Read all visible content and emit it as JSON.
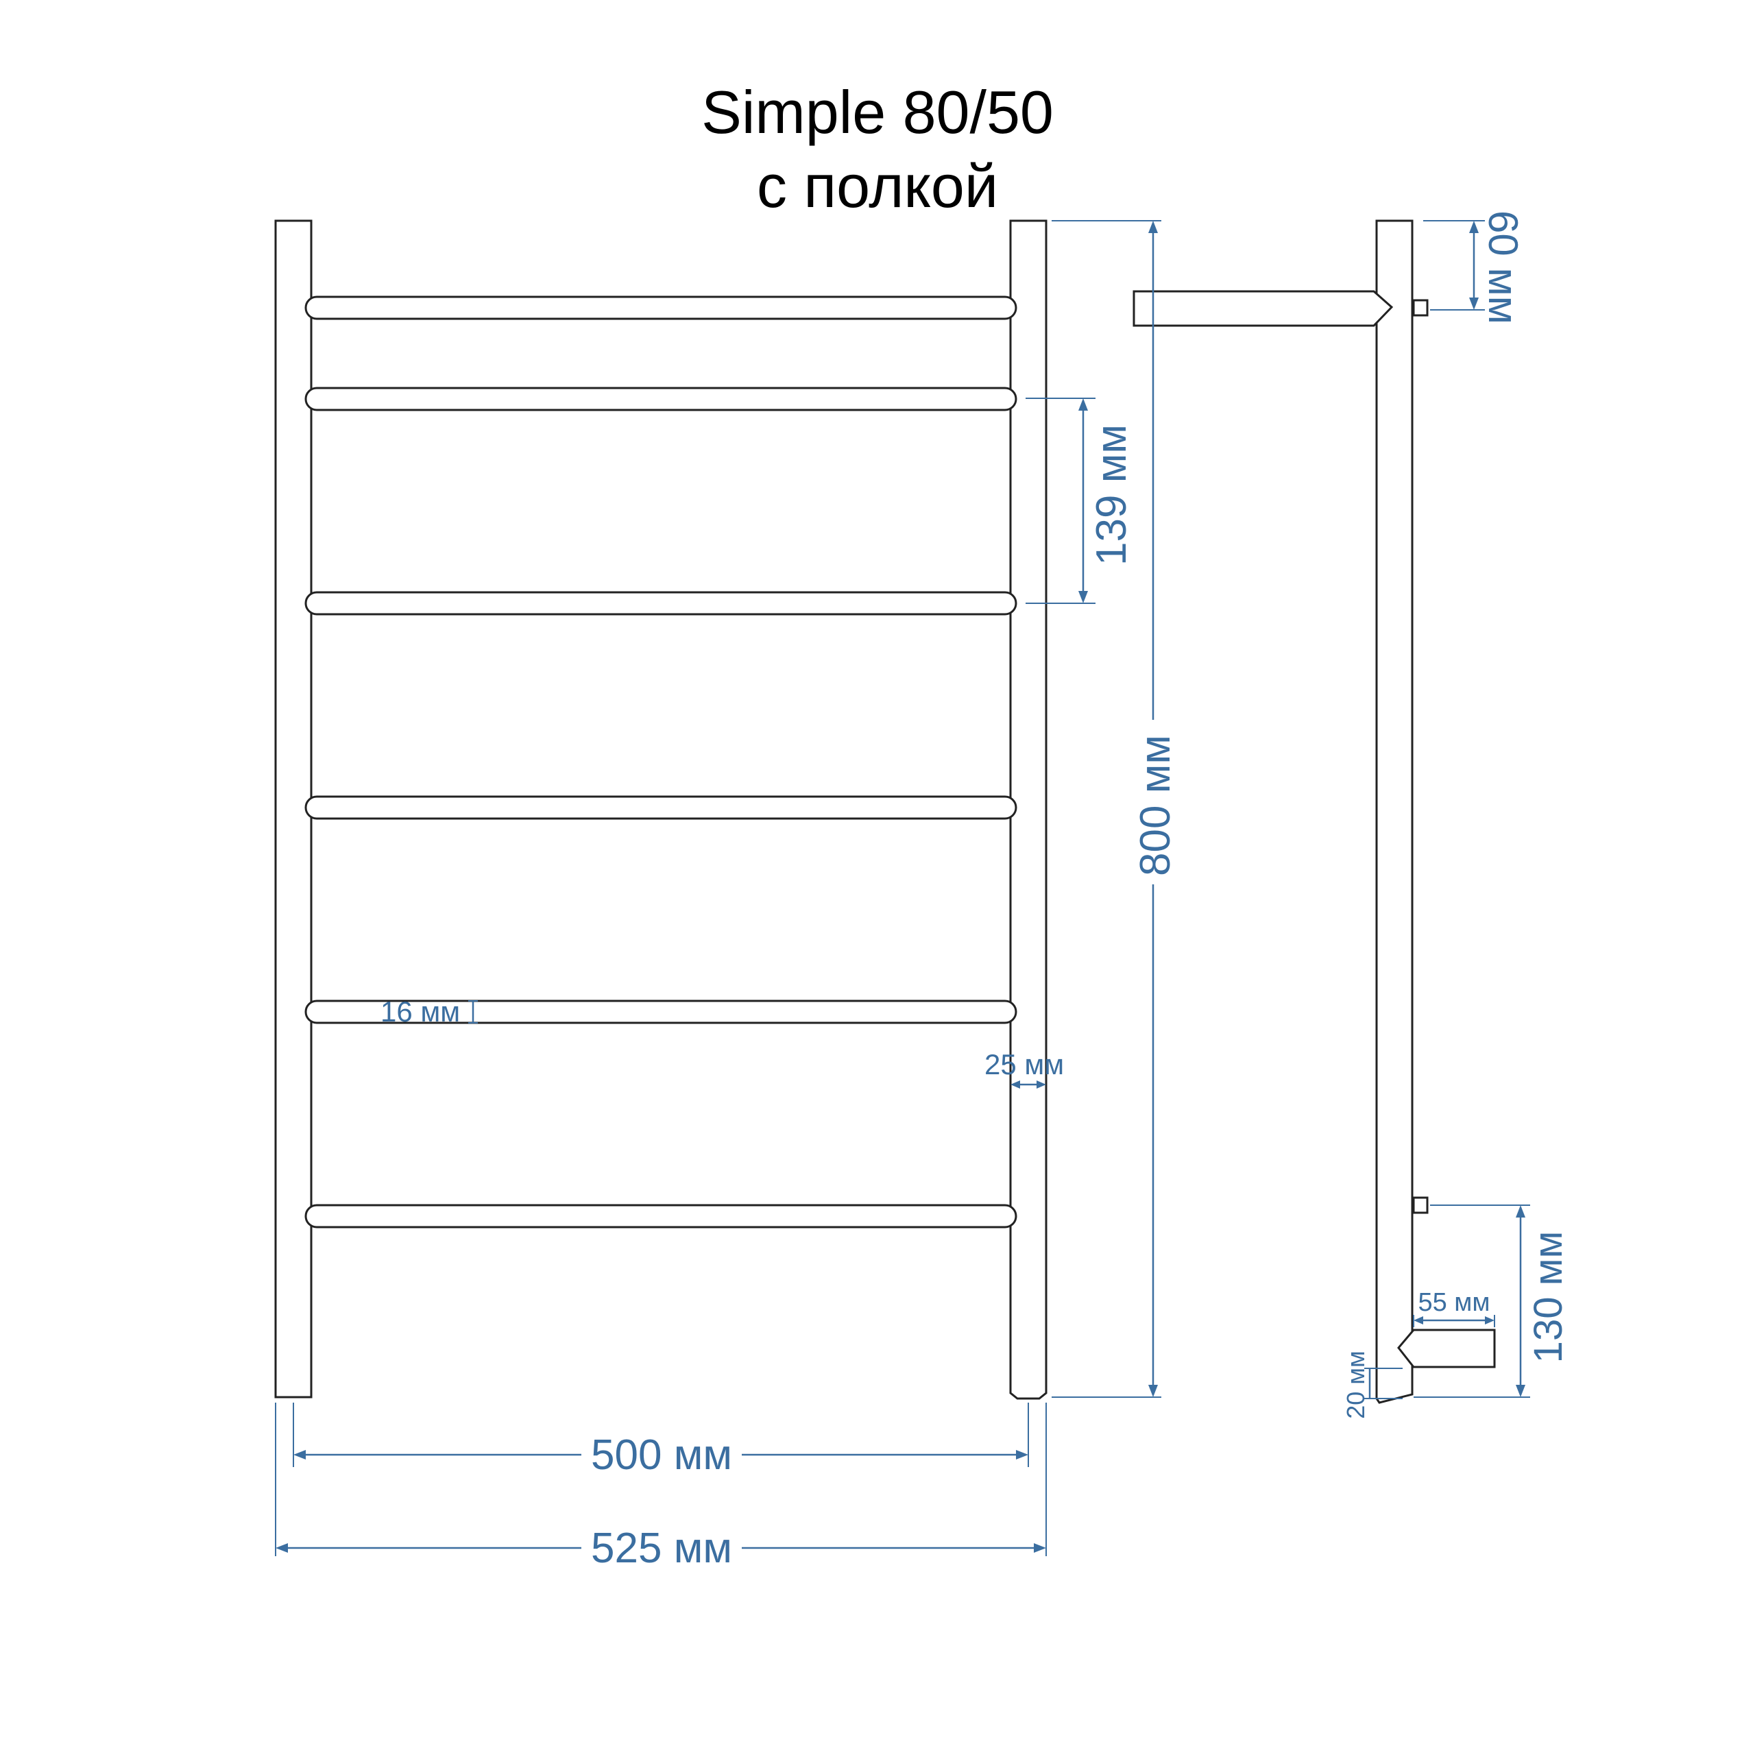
{
  "title": {
    "line1": "Simple 80/50",
    "line2": "с полкой"
  },
  "dimensions": {
    "rung_spacing": "139 мм",
    "total_height": "800 мм",
    "shelf_offset": "60 мм",
    "rung_diameter": "16 мм",
    "post_width": "25 мм",
    "bottom_mount_offset": "130 мм",
    "mount_depth": "55 мм",
    "cap_height": "20 мм",
    "inner_width": "500 мм",
    "outer_width": "525 мм"
  },
  "colors": {
    "outline": "#222222",
    "dimension": "#3b6ea0"
  }
}
